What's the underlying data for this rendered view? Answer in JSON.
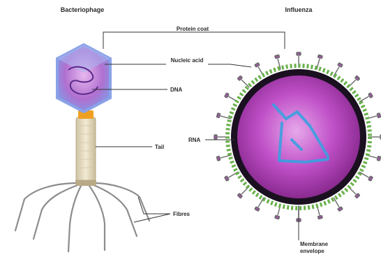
{
  "titles": {
    "left": "Bacteriophage",
    "right": "Influenza"
  },
  "labels": {
    "protein_coat": "Protein coat",
    "nucleic_acid": "Nucleic acid",
    "dna": "DNA",
    "tail": "Tail",
    "fibres": "Fibres",
    "rna": "RNA",
    "membrane_envelope_1": "Membrane",
    "membrane_envelope_2": "envelope"
  },
  "colors": {
    "capsid_blue": "#8aa2e8",
    "capsid_purple": "#c06ac8",
    "collar_orange": "#f0a020",
    "tail_beige": "#e6dcc0",
    "fibre_grey": "#8c8c8c",
    "envelope_dark": "#1a1020",
    "spike_green": "#6ab04c",
    "virus_magenta": "#b040b8",
    "rna_blue": "#3aa0e0",
    "leader_line": "#333333"
  }
}
